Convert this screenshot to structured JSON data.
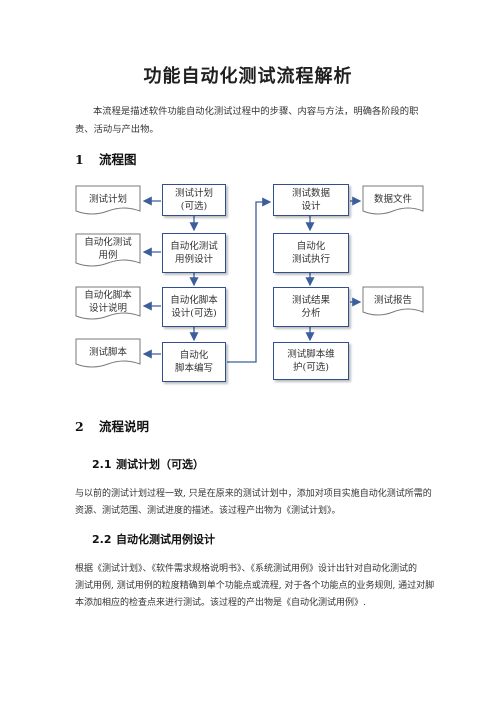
{
  "document": {
    "title": "功能自动化测试流程解析",
    "intro": "本流程是描述软件功能自动化测试过程中的步骤、内容与方法，明确各阶段的职责、活动与产出物。",
    "section1": {
      "num": "1",
      "title": "流程图"
    },
    "flowchart": {
      "plan_doc": "测试计划",
      "plan_step": [
        "测试计划",
        "(可选)"
      ],
      "case_doc": [
        "自动化测试",
        "用例"
      ],
      "case_step": [
        "自动化测试",
        "用例设计"
      ],
      "script_design_doc": [
        "自动化脚本",
        "设计说明"
      ],
      "script_design_step": [
        "自动化脚本",
        "设计(可选)"
      ],
      "script_doc": "测试脚本",
      "script_write_step": [
        "自动化",
        "脚本编写"
      ],
      "data_step": [
        "测试数据",
        "设计"
      ],
      "data_doc": "数据文件",
      "exec_step": [
        "自动化",
        "测试执行"
      ],
      "result_step": [
        "测试结果",
        "分析"
      ],
      "report_doc": "测试报告",
      "maint_step": [
        "测试脚本维",
        "护(可选)"
      ]
    },
    "section2": {
      "num": "2",
      "title": "流程说明"
    },
    "sub1": {
      "num": "2.1",
      "title": "测试计划（可选）",
      "lines": [
        "与以前的测试计划过程一致, 只是在原来的测试计划中，添加对项目实施自动化测试所需的",
        "资源、测试范围、测试进度的描述。该过程产出物为《测试计划》。"
      ]
    },
    "sub2": {
      "num": "2.2",
      "title": "自动化测试用例设计",
      "lines": [
        "根据《测试计划》、《软件需求规格说明书》、《系统测试用例》设计出针对自动化测试的",
        "测试用例, 测试用例的粒度精确到单个功能点或流程, 对于各个功能点的业务规则, 通过对脚",
        "本添加相应的检查点来进行测试。该过程的产出物是《自动化测试用例》."
      ]
    }
  }
}
